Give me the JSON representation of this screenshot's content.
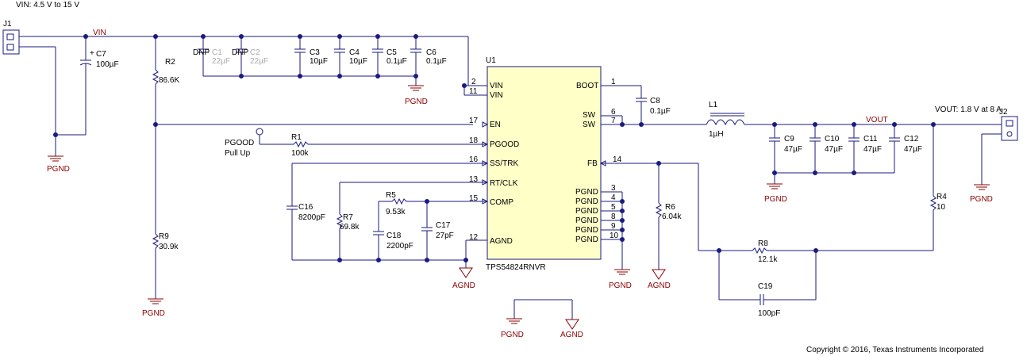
{
  "header": {
    "vin_range": "VIN: 4.5 V to 15 V",
    "vout_spec": "VOUT: 1.8 V at 8 A"
  },
  "footer": {
    "copyright": "Copyright © 2016, Texas Instruments Incorporated"
  },
  "nets": {
    "vin": "VIN",
    "vout": "VOUT",
    "pgnd": "PGND",
    "agnd": "AGND"
  },
  "connectors": {
    "j1": "J1",
    "j2": "J2"
  },
  "ic": {
    "ref": "U1",
    "part": "TPS54824RNVR",
    "left_pins": [
      {
        "num": "2",
        "name": "VIN"
      },
      {
        "num": "11",
        "name": "VIN"
      },
      {
        "num": "17",
        "name": "EN"
      },
      {
        "num": "18",
        "name": "PGOOD"
      },
      {
        "num": "16",
        "name": "SS/TRK"
      },
      {
        "num": "13",
        "name": "RT/CLK"
      },
      {
        "num": "15",
        "name": "COMP"
      },
      {
        "num": "12",
        "name": "AGND"
      }
    ],
    "right_pins": [
      {
        "num": "1",
        "name": "BOOT"
      },
      {
        "num": "6",
        "name": "SW"
      },
      {
        "num": "7",
        "name": "SW"
      },
      {
        "num": "14",
        "name": "FB"
      },
      {
        "num": "3",
        "name": "PGND"
      },
      {
        "num": "4",
        "name": "PGND"
      },
      {
        "num": "5",
        "name": "PGND"
      },
      {
        "num": "8",
        "name": "PGND"
      },
      {
        "num": "9",
        "name": "PGND"
      },
      {
        "num": "10",
        "name": "PGND"
      }
    ]
  },
  "components": {
    "c7": {
      "ref": "C7",
      "value": "100µF"
    },
    "r2": {
      "ref": "R2",
      "value": "86.6K"
    },
    "r9": {
      "ref": "R9",
      "value": "30.9k"
    },
    "c1": {
      "dnp": "DNP",
      "ref": "C1",
      "value": "22µF"
    },
    "c2": {
      "dnp": "DNP",
      "ref": "C2",
      "value": "22µF"
    },
    "c3": {
      "ref": "C3",
      "value": "10µF"
    },
    "c4": {
      "ref": "C4",
      "value": "10µF"
    },
    "c5": {
      "ref": "C5",
      "value": "0.1µF"
    },
    "c6": {
      "ref": "C6",
      "value": "0.1µF"
    },
    "pgood": {
      "label1": "PGOOD",
      "label2": "Pull Up"
    },
    "r1": {
      "ref": "R1",
      "value": "100k"
    },
    "c16": {
      "ref": "C16",
      "value": "8200pF"
    },
    "r7": {
      "ref": "R7",
      "value": "69.8k"
    },
    "r5": {
      "ref": "R5",
      "value": "9.53k"
    },
    "c18": {
      "ref": "C18",
      "value": "2200pF"
    },
    "c17": {
      "ref": "C17",
      "value": "27pF"
    },
    "c8": {
      "ref": "C8",
      "value": "0.1µF"
    },
    "l1": {
      "ref": "L1",
      "value": "1µH"
    },
    "c9": {
      "ref": "C9",
      "value": "47µF"
    },
    "c10": {
      "ref": "C10",
      "value": "47µF"
    },
    "c11": {
      "ref": "C11",
      "value": "47µF"
    },
    "c12": {
      "ref": "C12",
      "value": "47µF"
    },
    "r6": {
      "ref": "R6",
      "value": "6.04k"
    },
    "r4": {
      "ref": "R4",
      "value": "10"
    },
    "r8": {
      "ref": "R8",
      "value": "12.1k"
    },
    "c19": {
      "ref": "C19",
      "value": "100pF"
    }
  }
}
